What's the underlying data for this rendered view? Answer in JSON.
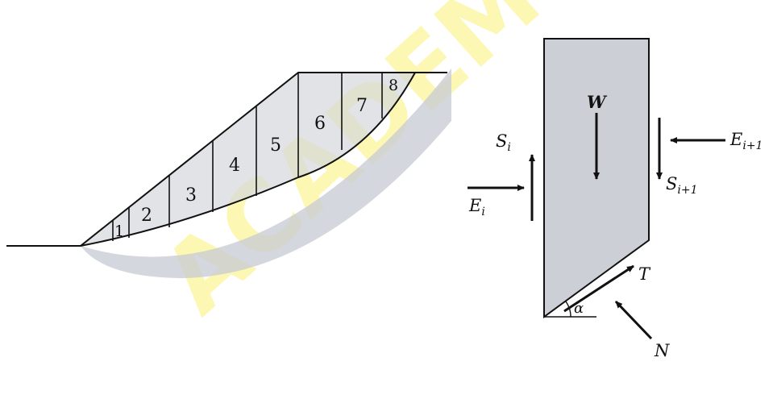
{
  "watermark": "ACADEMY ONLY",
  "colors": {
    "soil": "#c9cdd4",
    "slice": "#d4d7dc",
    "line": "#111111",
    "watermark": "#fbf59a"
  },
  "slope": {
    "slice_labels": [
      "1",
      "2",
      "3",
      "4",
      "5",
      "6",
      "7",
      "8"
    ]
  },
  "free_body": {
    "forces": {
      "W": "W",
      "S_i_base": "S",
      "S_i_sub": "i",
      "S_i1_base": "S",
      "S_i1_sub": "i+1",
      "E_i_base": "E",
      "E_i_sub": "i",
      "E_i1_base": "E",
      "E_i1_sub": "i+1",
      "T": "T",
      "N": "N",
      "alpha": "α"
    }
  }
}
